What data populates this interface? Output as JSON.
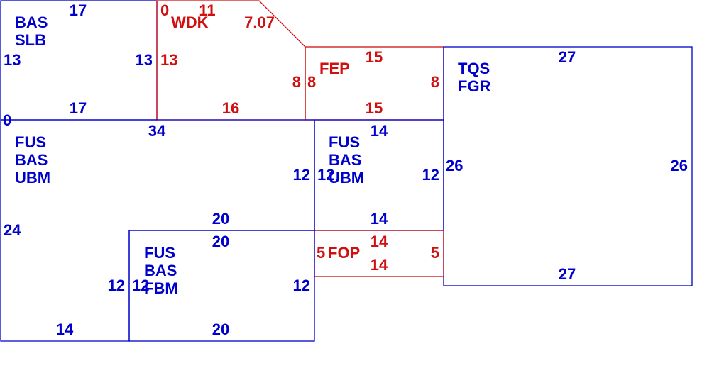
{
  "colors": {
    "blue": "#0000cc",
    "red": "#d01010",
    "background": "#ffffff"
  },
  "rooms": [
    {
      "id": "bas-slb",
      "color": "blue",
      "labels": [
        "BAS",
        "SLB"
      ],
      "dims": [
        "17",
        "13",
        "13",
        "17"
      ]
    },
    {
      "id": "wdk",
      "color": "red",
      "labels": [
        "WDK"
      ],
      "dims": [
        "0",
        "11",
        "7.07",
        "13",
        "16"
      ]
    },
    {
      "id": "fep",
      "color": "red",
      "labels": [
        "FEP"
      ],
      "dims": [
        "15",
        "8",
        "8",
        "8",
        "15"
      ]
    },
    {
      "id": "tqs-fgr",
      "color": "blue",
      "labels": [
        "TQS",
        "FGR"
      ],
      "dims": [
        "27",
        "26",
        "26",
        "27"
      ]
    },
    {
      "id": "fus-bas-ubm-left",
      "color": "blue",
      "labels": [
        "FUS",
        "BAS",
        "UBM"
      ],
      "dims": [
        "0",
        "34",
        "12",
        "20",
        "24",
        "12",
        "14"
      ]
    },
    {
      "id": "fus-bas-ubm-mid",
      "color": "blue",
      "labels": [
        "FUS",
        "BAS",
        "UBM"
      ],
      "dims": [
        "14",
        "12",
        "12",
        "14"
      ]
    },
    {
      "id": "fop",
      "color": "red",
      "labels": [
        "FOP"
      ],
      "dims": [
        "14",
        "5",
        "5",
        "14"
      ]
    },
    {
      "id": "fus-bas-fbm",
      "color": "blue",
      "labels": [
        "FUS",
        "BAS",
        "FBM"
      ],
      "dims": [
        "20",
        "12",
        "12",
        "20"
      ]
    }
  ]
}
